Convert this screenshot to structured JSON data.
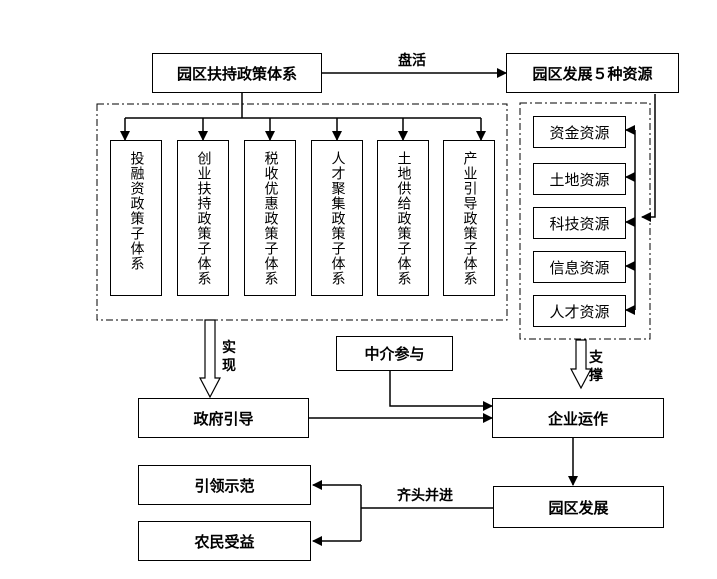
{
  "policy_system": "园区扶持政策体系",
  "resources_header": "园区发展５种资源",
  "label_panhuo": "盘活",
  "sub_policies": [
    "投融资政策子体系",
    "创业扶持政策子体系",
    "税收优惠政策子体系",
    "人才聚集政策子体系",
    "土地供给政策子体系",
    "产业引导政策子体系"
  ],
  "resources": [
    "资金资源",
    "土地资源",
    "科技资源",
    "信息资源",
    "人才资源"
  ],
  "label_shixian": "实现",
  "label_zhicheng": "支撑",
  "intermediary": "中介参与",
  "government": "政府引导",
  "enterprise": "企业运作",
  "park_dev": "园区发展",
  "label_qitou": "齐头并进",
  "demo": "引领示范",
  "farmers": "农民受益",
  "colors": {
    "line": "#000000",
    "background": "#ffffff"
  }
}
